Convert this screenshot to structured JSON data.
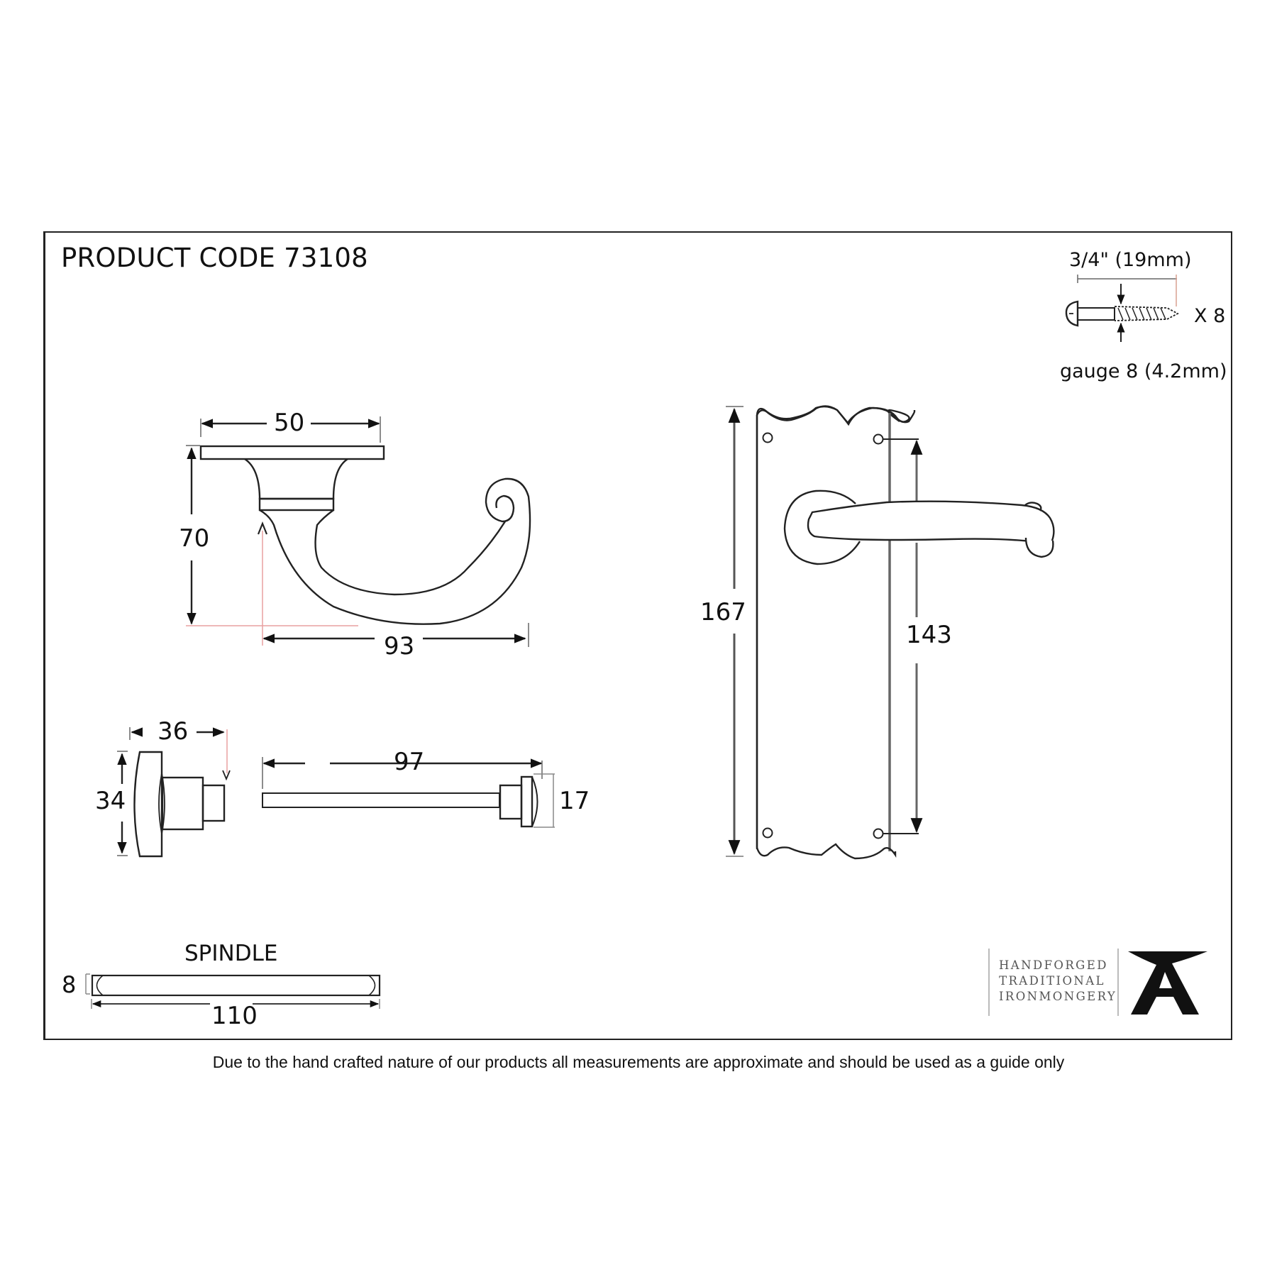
{
  "title": "PRODUCT CODE 73108",
  "screws": {
    "length_label": "3/4\" (19mm)",
    "gauge_label": "gauge 8 (4.2mm)",
    "quantity_label": "X 8"
  },
  "lever_side_view": {
    "width_label": "50",
    "height_label": "70",
    "projection_label": "93"
  },
  "backplate_front_view": {
    "height_label": "167",
    "fixing_centres_label": "143"
  },
  "turn_knob": {
    "projection_label": "36",
    "height_label": "34"
  },
  "release_spindle": {
    "length_label": "97",
    "diameter_label": "17"
  },
  "spindle": {
    "heading": "SPINDLE",
    "size_label": "8",
    "length_label": "110"
  },
  "brand": {
    "line1": "HANDFORGED",
    "line2": "TRADITIONAL",
    "line3": "IRONMONGERY",
    "logo": "anvil-a-logo"
  },
  "disclaimer": "Due to the hand crafted nature of our products all measurements are approximate and should be used as a guide only",
  "colors": {
    "line": "#222222",
    "extension_line": "#e8a0a0",
    "brand_text": "#555555"
  }
}
